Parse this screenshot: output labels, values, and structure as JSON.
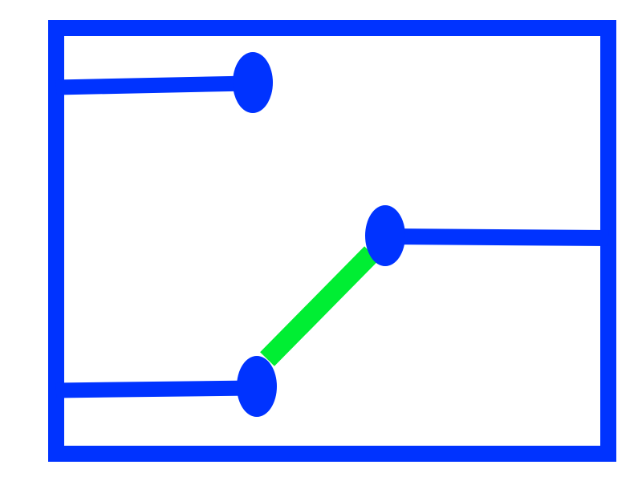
{
  "diagram": {
    "type": "switch-circuit",
    "wire_color": "#0033ff",
    "switch_arm_color": "#00ee33",
    "background": "#ffffff",
    "switch_position": "lower-contact",
    "terminals": [
      "upper-contact",
      "lower-contact",
      "pivot"
    ]
  }
}
